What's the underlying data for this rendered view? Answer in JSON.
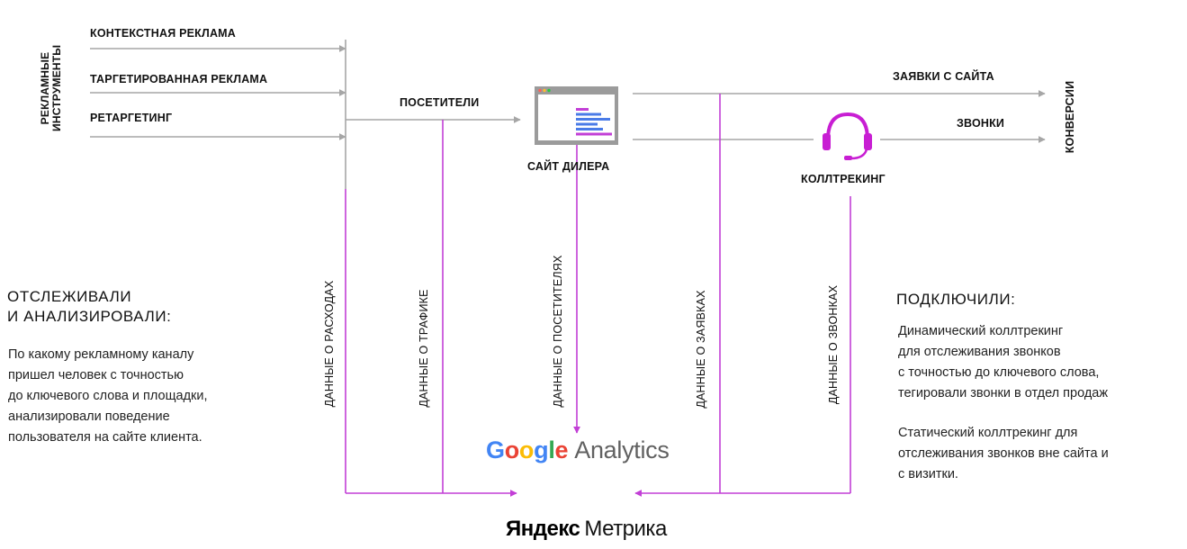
{
  "tools": {
    "header": "РЕКЛАМНЫЕ ИНСТРУМЕНТЫ",
    "items": [
      {
        "label": "КОНТЕКСТНАЯ РЕКЛАМА"
      },
      {
        "label": "ТАРГЕТИРОВАННАЯ РЕКЛАМА"
      },
      {
        "label": "РЕТАРГЕТИНГ"
      }
    ]
  },
  "flow": {
    "visitors": "ПОСЕТИТЕЛИ",
    "site": "САЙТ ДИЛЕРА",
    "leads": "ЗАЯВКИ С САЙТА",
    "calls": "ЗВОНКИ",
    "calltracking": "КОЛЛТРЕКИНГ",
    "conversions": "КОНВЕРСИИ"
  },
  "data_labels": {
    "expenses": "ДАННЫЕ О РАСХОДАХ",
    "traffic": "ДАННЫЕ О ТРАФИКЕ",
    "visitors": "ДАННЫЕ О ПОСЕТИТЕЛЯХ",
    "leads": "ДАННЫЕ О ЗАЯВКАХ",
    "calls": "ДАННЫЕ О ЗВОНКАХ"
  },
  "left_block": {
    "heading": [
      "ОТСЛЕЖИВАЛИ",
      "И АНАЛИЗИРОВАЛИ:"
    ],
    "lines": [
      "По какому рекламному каналу",
      "пришел человек с точностью",
      "до ключевого слова и площадки,",
      "анализировали поведение",
      "пользователя на сайте клиента."
    ]
  },
  "right_block": {
    "heading": "ПОДКЛЮЧИЛИ:",
    "p1": [
      "Динамический коллтрекинг",
      "для отслеживания звонков",
      "с точностью до ключевого слова,",
      "тегировали звонки в отдел продаж"
    ],
    "p2": [
      "Статический коллтрекинг для",
      "отслеживания звонков вне сайта и",
      "с визитки."
    ]
  },
  "logos": {
    "google": {
      "letters": [
        "G",
        "o",
        "o",
        "g",
        "l",
        "e"
      ],
      "product": "Analytics"
    },
    "yandex": {
      "brand": "Яндекс",
      "product": "Метрика"
    }
  },
  "colors": {
    "gray_arrow": "#a6a6a6",
    "magenta": "#c23fd6",
    "headset": "#c81ed3",
    "google_blue": "#4285F4",
    "google_red": "#EA4335",
    "google_yellow": "#FBBC05",
    "google_green": "#34A853"
  }
}
